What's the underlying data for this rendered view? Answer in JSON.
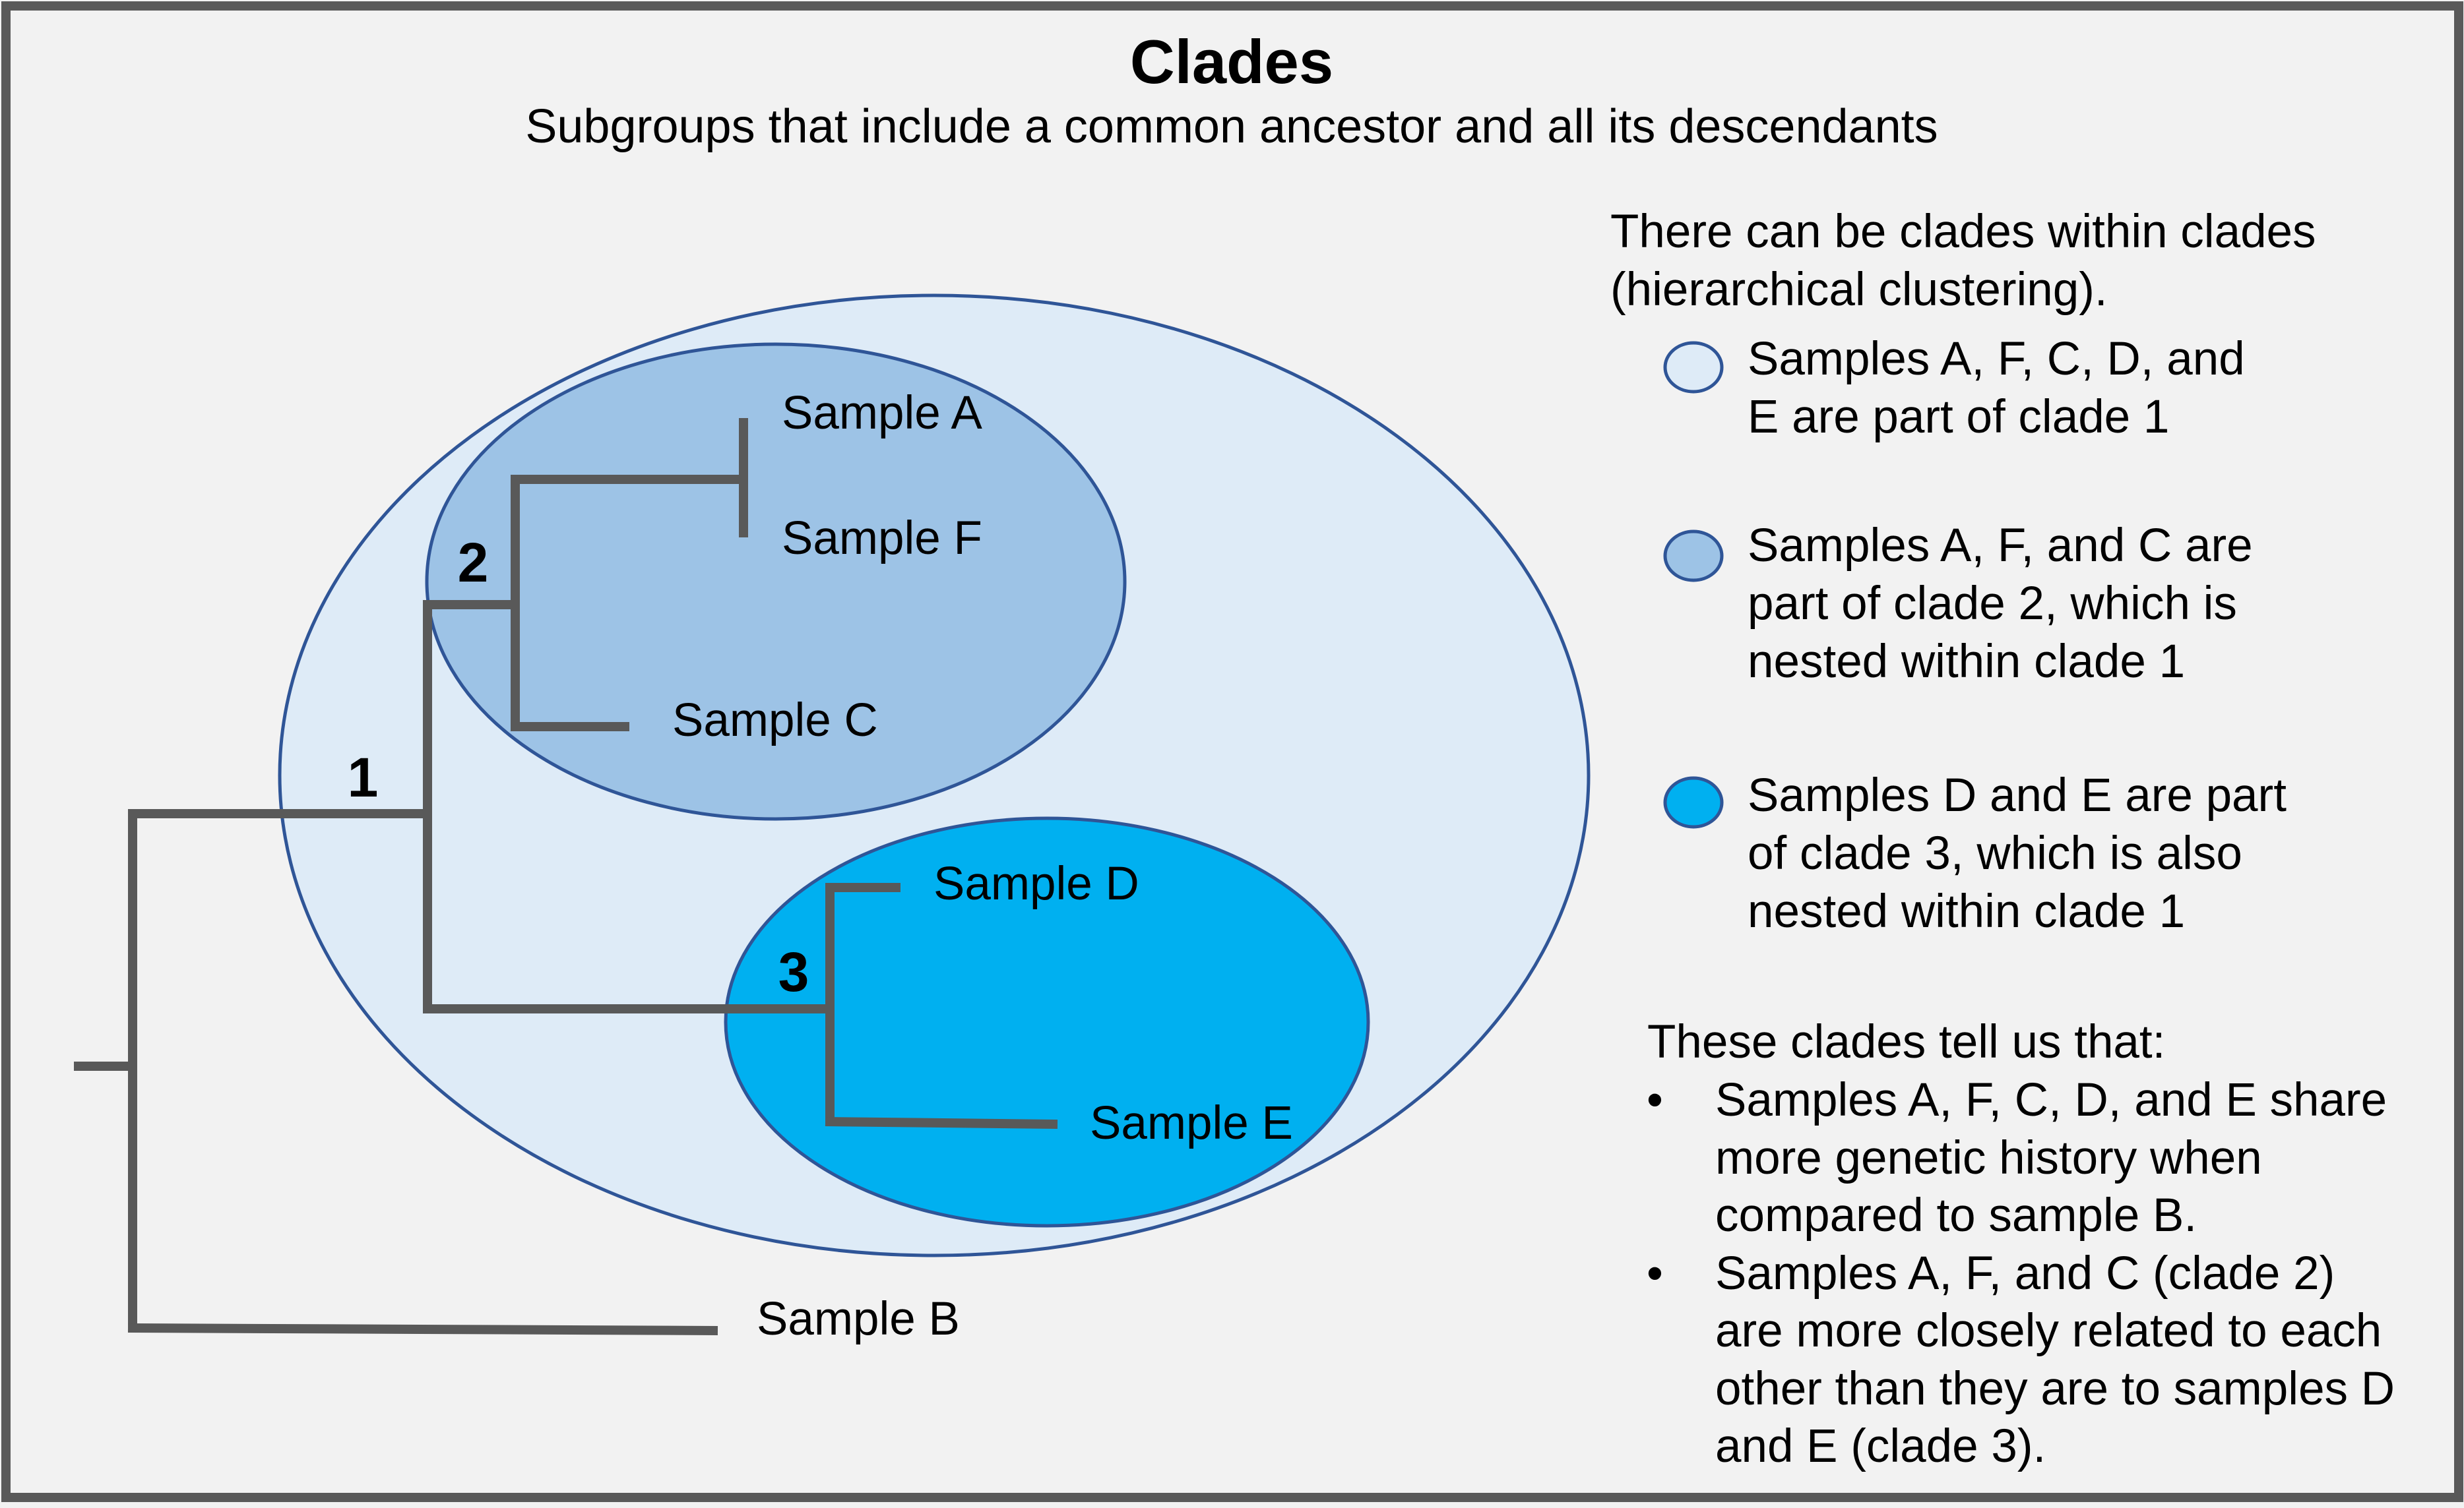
{
  "header": {
    "title": "Clades",
    "subtitle": "Subgroups that include a common ancestor and all its descendants"
  },
  "colors": {
    "background": "#f2f2f2",
    "frame": "#595959",
    "branch": "#595959",
    "ellipse_stroke": "#2f5597",
    "clade1_fill": "#deebf7",
    "clade2_fill": "#9dc3e6",
    "clade3_fill": "#00b0f0"
  },
  "tree": {
    "node_labels": [
      "1",
      "2",
      "3"
    ],
    "samples": {
      "a": "Sample A",
      "f": "Sample F",
      "c": "Sample C",
      "d": "Sample D",
      "e": "Sample E",
      "b": "Sample B"
    },
    "clades": [
      {
        "id": "1",
        "members": [
          "A",
          "F",
          "C",
          "D",
          "E"
        ]
      },
      {
        "id": "2",
        "members": [
          "A",
          "F",
          "C"
        ],
        "nested_in": "1"
      },
      {
        "id": "3",
        "members": [
          "D",
          "E"
        ],
        "nested_in": "1"
      }
    ]
  },
  "legend": {
    "intro": [
      "There can be clades within clades",
      "(hierarchical clustering)."
    ],
    "items": [
      {
        "swatch": "clade1",
        "lines": [
          "Samples A, F, C, D, and",
          "E are part of clade 1"
        ]
      },
      {
        "swatch": "clade2",
        "lines": [
          "Samples A, F, and C are",
          "part of clade 2, which is",
          "nested within clade 1"
        ]
      },
      {
        "swatch": "clade3",
        "lines": [
          "Samples D and E are part",
          "of clade 3, which is also",
          "nested within clade 1"
        ]
      }
    ]
  },
  "conclusions": {
    "heading": "These clades tell us that:",
    "bullet_glyph": "•",
    "bullets": [
      [
        "Samples A, F, C, D, and E share",
        "more genetic history when",
        "compared to sample B."
      ],
      [
        "Samples A, F, and C (clade 2)",
        "are more closely related to each",
        "other than they are to samples D",
        "and E (clade 3)."
      ]
    ]
  }
}
